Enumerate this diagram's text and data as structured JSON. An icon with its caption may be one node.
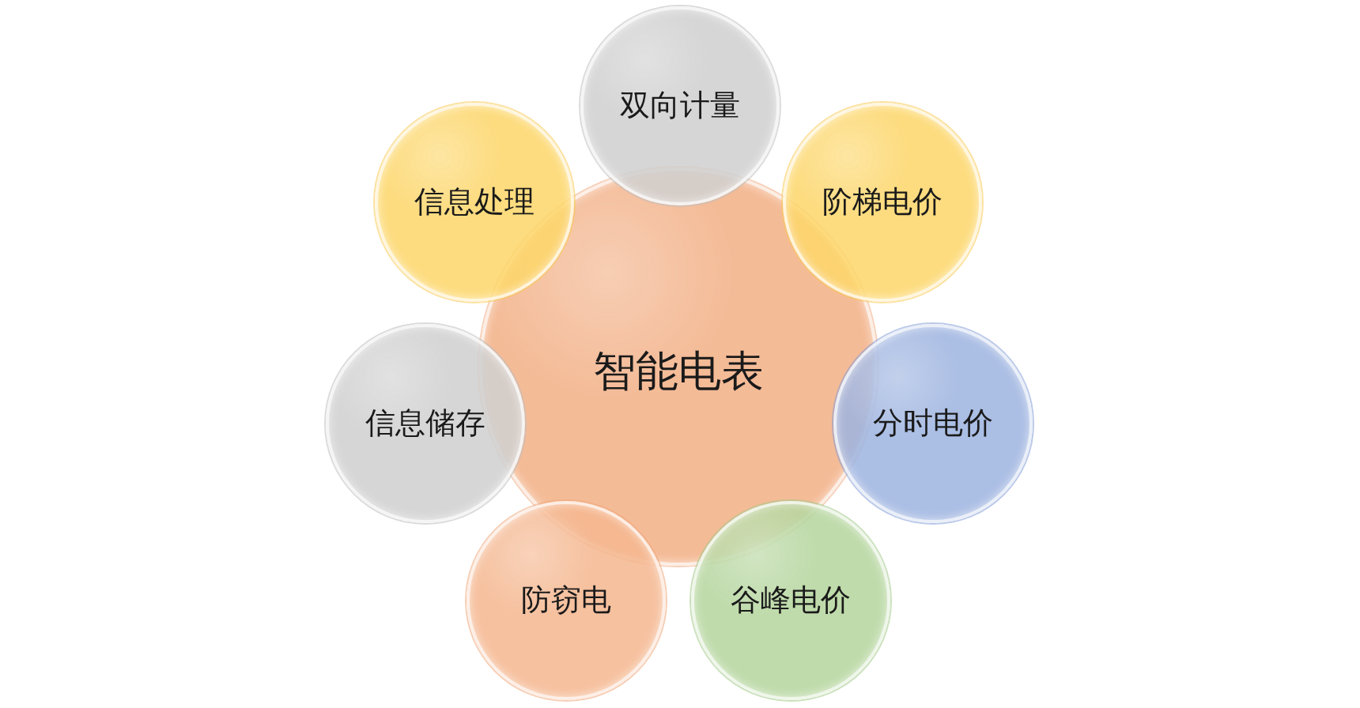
{
  "diagram": {
    "nodes": [
      {
        "text": [
          "智能电表"
        ]
      },
      {
        "text": [
          "双向计量"
        ]
      },
      {
        "text": [
          "信息处理"
        ]
      },
      {
        "text": [
          "阶梯电价"
        ]
      },
      {
        "text": [
          "信息储存"
        ]
      },
      {
        "text": [
          "分时电价"
        ]
      },
      {
        "text": [
          "防窃电"
        ]
      },
      {
        "text": [
          "谷峰电价"
        ]
      }
    ]
  }
}
